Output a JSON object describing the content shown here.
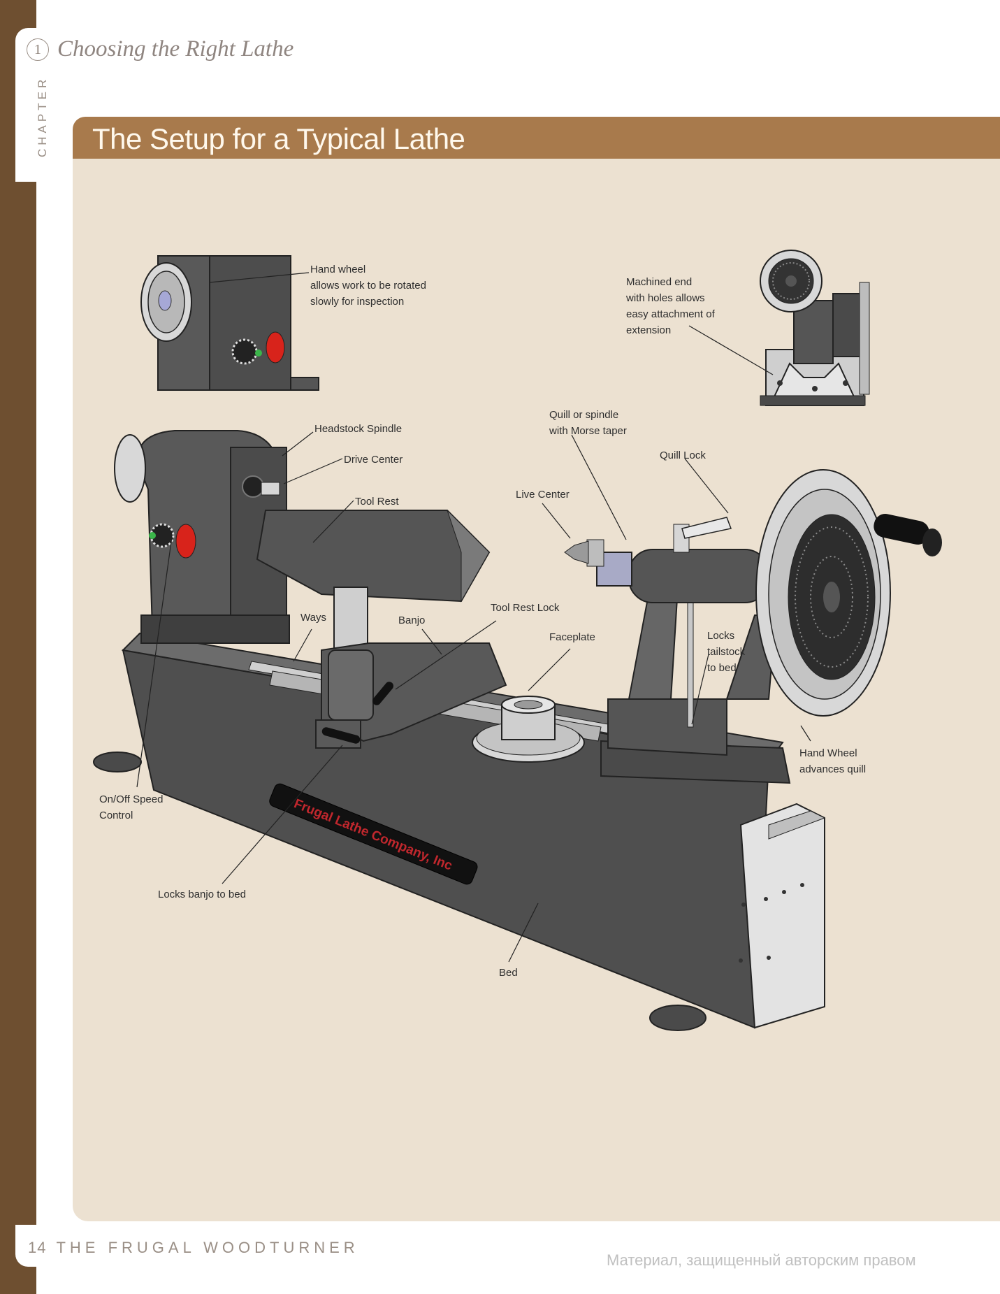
{
  "header": {
    "chapter_number": "1",
    "chapter_word": "CHAPTER",
    "chapter_title": "Choosing the Right Lathe"
  },
  "figure": {
    "title": "The Setup for a Typical Lathe",
    "brand_plate": "Frugal Lathe Company, Inc",
    "callouts": {
      "hand_wheel_top": "Hand wheel\nallows work to be rotated\nslowly for inspection",
      "machined_end": "Machined end\nwith holes allows\neasy attachment of\nextension",
      "headstock_spindle": "Headstock Spindle",
      "drive_center": "Drive Center",
      "quill": "Quill or spindle\nwith Morse taper",
      "quill_lock": "Quill Lock",
      "live_center": "Live Center",
      "tool_rest": "Tool Rest",
      "ways": "Ways",
      "banjo": "Banjo",
      "tool_rest_lock": "Tool Rest Lock",
      "faceplate": "Faceplate",
      "locks_tailstock": "Locks\ntailstock\nto bed",
      "hand_wheel_quill": "Hand Wheel\nadvances quill",
      "on_off": "On/Off Speed\nControl",
      "locks_banjo": "Locks banjo to bed",
      "bed": "Bed"
    }
  },
  "footer": {
    "page_number": "14",
    "book_title": "THE FRUGAL WOODTURNER",
    "watermark": "Материал, защищенный авторским правом"
  },
  "colors": {
    "accent": "#a87a4c",
    "side_band": "#6e4f30",
    "panel": "#ece1d1",
    "machine": "#5a5a5a",
    "switch_red": "#d8231b"
  }
}
